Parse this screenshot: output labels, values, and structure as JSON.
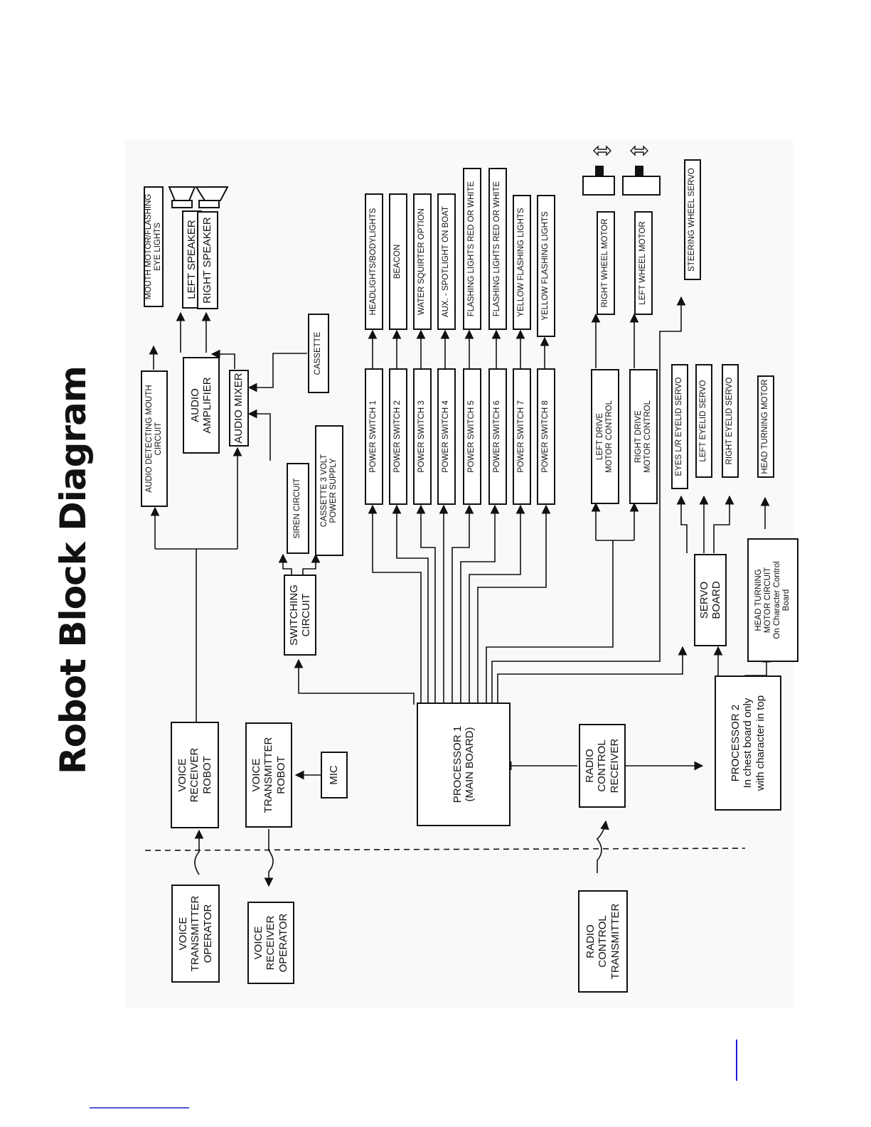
{
  "title": "Robot Block Diagram",
  "blocks": {
    "mouth_lights": "MOUTH  MOTOR/FLASHING EYE LIGHTS",
    "left_speaker": "LEFT SPEAKER",
    "right_speaker": "RIGHT SPEAKER",
    "audio_detecting": "AUDIO DETECTING MOUTH\nCIRCUIT",
    "audio_amplifier": "AUDIO\nAMPLIFIER",
    "audio_mixer": "AUDIO MIXER",
    "cassette": "CASSETTE",
    "siren_circuit": "SIREN CIRCUIT",
    "cassette_power": "CASSETTE 3 VOLT\nPOWER SUPPLY",
    "switching_circuit": "SWITCHING\nCIRCUIT",
    "voice_receiver_robot": "VOICE\nRECEIVER\nROBOT",
    "voice_transmitter_robot": "VOICE\nTRANSMITTER\nROBOT",
    "mic": "MIC",
    "processor1": "PROCESSOR 1\n(MAIN BOARD)",
    "radio_receiver": "RADIO\nCONTROL\nRECEIVER",
    "processor2": "PROCESSOR 2\nIn chest board only\nwith character in top",
    "voice_transmitter_operator": "VOICE\nTRANSMITTER\nOPERATOR",
    "voice_receiver_operator": "VOICE\nRECEIVER\nOPERATOR",
    "radio_transmitter": "RADIO\nCONTROL\nTRANSMITTER",
    "left_drive": "LEFT DRIVE\nMOTOR CONTROL",
    "right_drive": "RIGHT DRIVE\nMOTOR CONTROL",
    "right_wheel_motor": "RIGHT WHEEL MOTOR",
    "left_wheel_motor": "LEFT WHEEL MOTOR",
    "steering_servo": "STEERING WHEEL SERVO",
    "servo_board": "SERVO\nBOARD",
    "head_turning_circuit": "HEAD TURNING\nMOTOR CIRCUIT\nOn Character Control\nBoard",
    "eyes_lr_eyelid": "EYES L/R EYELID SERVO",
    "left_eyelid": "LEFT EYELID SERVO",
    "right_eyelid": "RIGHT EYELID SERVO",
    "head_turning_motor": "HEAD TURNING MOTOR"
  },
  "power_switches": [
    "POWER SWITCH 1",
    "POWER SWITCH 2",
    "POWER SWITCH 3",
    "POWER SWITCH 4",
    "POWER SWITCH 5",
    "POWER SWITCH 6",
    "POWER SWITCH 7",
    "POWER SWITCH 8"
  ],
  "outputs": [
    "HEADLIGHTS/BODYLIGHTS",
    "BEACON",
    "WATER SQUIRTER OPTION",
    "AUX. - SPOTLIGHT ON BOAT",
    "FLASHING LIGHTS RED OR WHITE",
    "FLASHING LIGHTS RED OR WHITE",
    "YELLOW FLASHING LIGHTS",
    "YELLOW FLASHING LIGHTS"
  ]
}
